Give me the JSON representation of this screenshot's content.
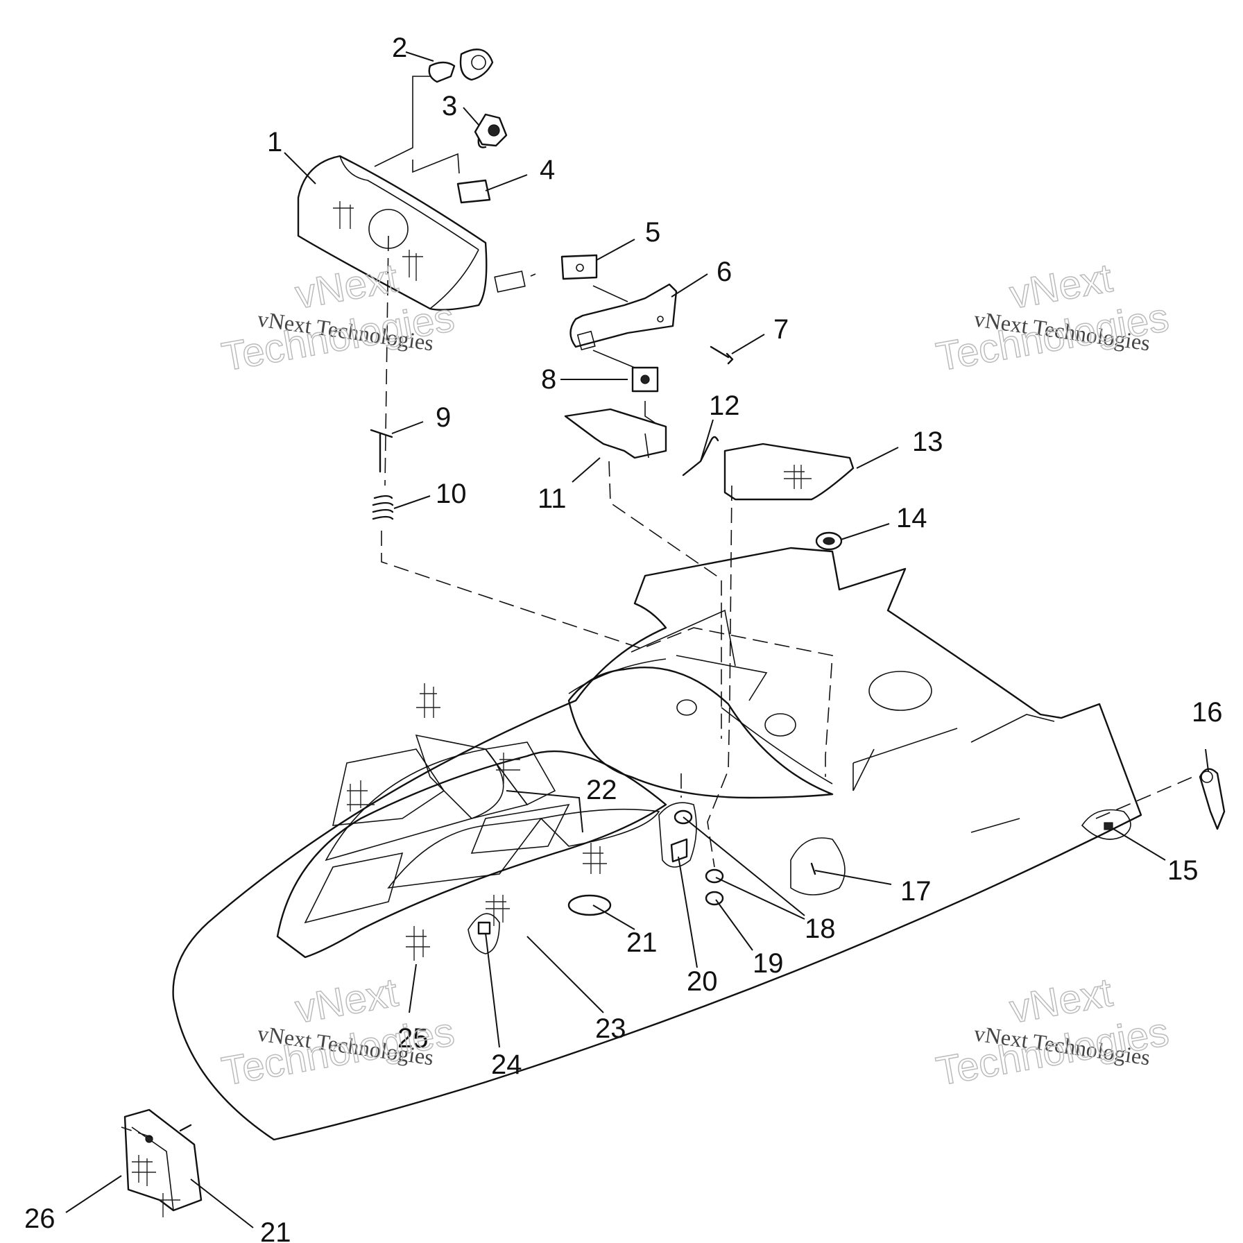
{
  "watermark": {
    "line1": "vNext Technologies",
    "big_top": "vNext",
    "big_bottom": "Technologies"
  },
  "callouts": [
    "1",
    "2",
    "3",
    "4",
    "5",
    "6",
    "7",
    "8",
    "9",
    "10",
    "11",
    "12",
    "13",
    "14",
    "15",
    "16",
    "17",
    "18",
    "19",
    "20",
    "21",
    "22",
    "23",
    "24",
    "25",
    "26",
    "21"
  ]
}
